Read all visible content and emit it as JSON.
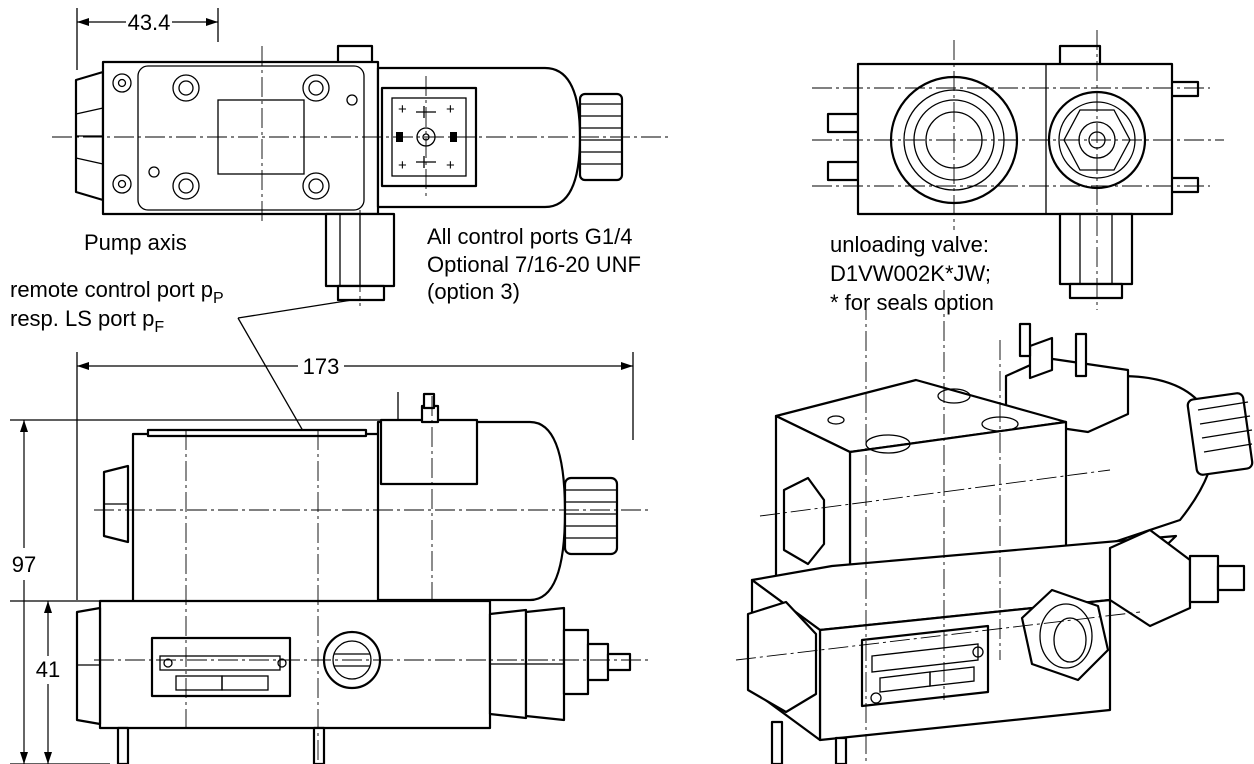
{
  "dimensions": {
    "top_width": "43.4",
    "overall_length": "173",
    "total_height": "97",
    "base_height": "41"
  },
  "labels": {
    "pump_axis": "Pump axis",
    "control_ports_line1": "All control ports G1/4",
    "control_ports_line2": "Optional 7/16-20 UNF",
    "control_ports_line3": "(option 3)",
    "remote_port_line1": "remote control port p",
    "remote_port_sub1": "P",
    "remote_port_line2": "resp. LS port p",
    "remote_port_sub2": "F",
    "unloading_line1": "unloading valve:",
    "unloading_line2": "D1VW002K*JW;",
    "unloading_line3": "* for seals option"
  },
  "colors": {
    "line": "#000000",
    "background": "#ffffff"
  }
}
